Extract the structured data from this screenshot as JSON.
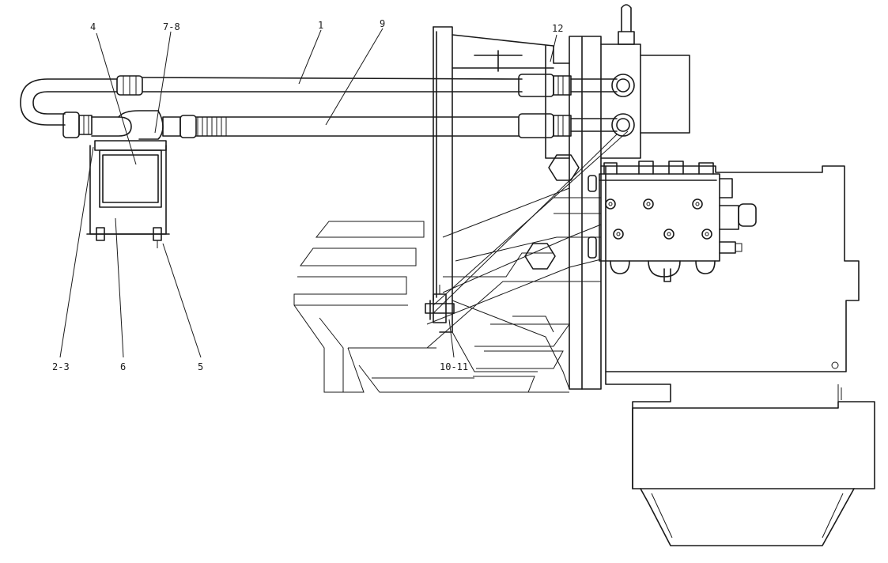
{
  "callouts": {
    "c1": "1",
    "c4": "4",
    "c78": "7-8",
    "c9": "9",
    "c12": "12",
    "c23": "2-3",
    "c6": "6",
    "c5": "5",
    "c1011": "10-11"
  },
  "colors": {
    "line": "#1a1a1a",
    "background": "#ffffff"
  }
}
